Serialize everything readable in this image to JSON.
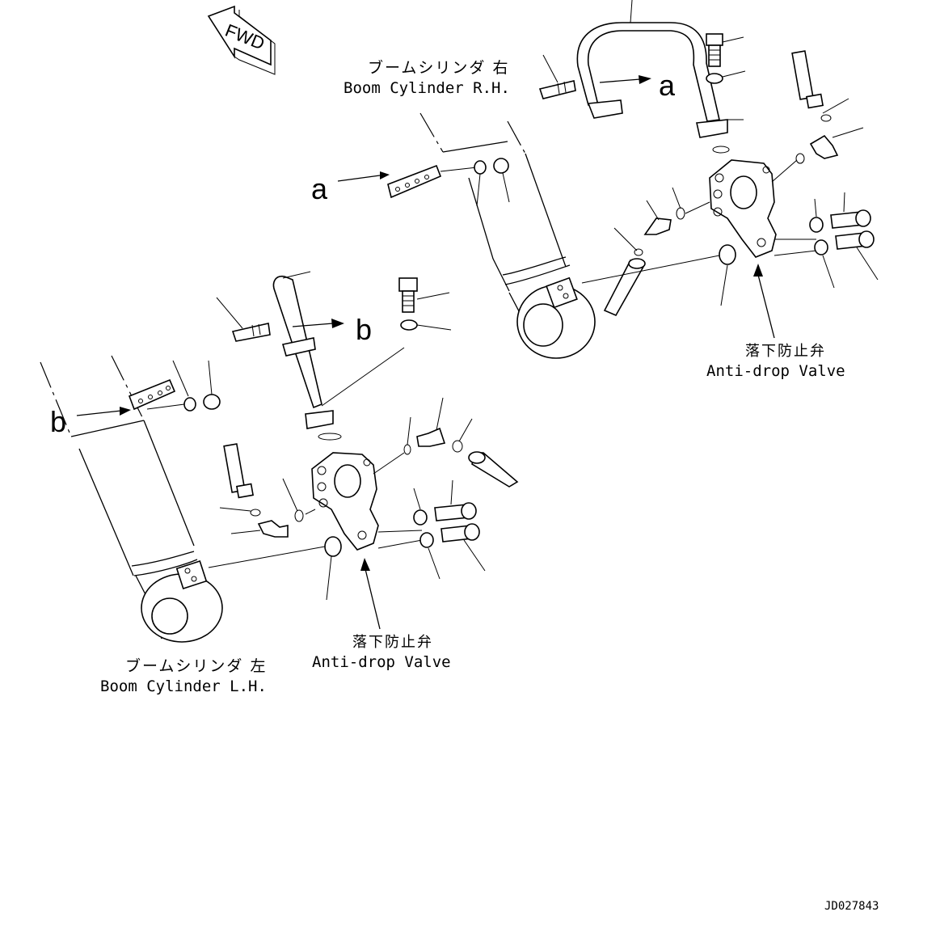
{
  "fwd_label": "FWD",
  "rh_cylinder": {
    "label_jp": "ブームシリンダ 右",
    "label_en": "Boom Cylinder R.H."
  },
  "lh_cylinder": {
    "label_jp": "ブームシリンダ 左",
    "label_en": "Boom Cylinder L.H."
  },
  "rh_valve": {
    "label_jp": "落下防止弁",
    "label_en": "Anti-drop Valve"
  },
  "lh_valve": {
    "label_jp": "落下防止弁",
    "label_en": "Anti-drop Valve"
  },
  "callouts": {
    "a_top": "a",
    "a_left": "a",
    "b_mid": "b",
    "b_left": "b"
  },
  "drawing_id": "JD027843"
}
